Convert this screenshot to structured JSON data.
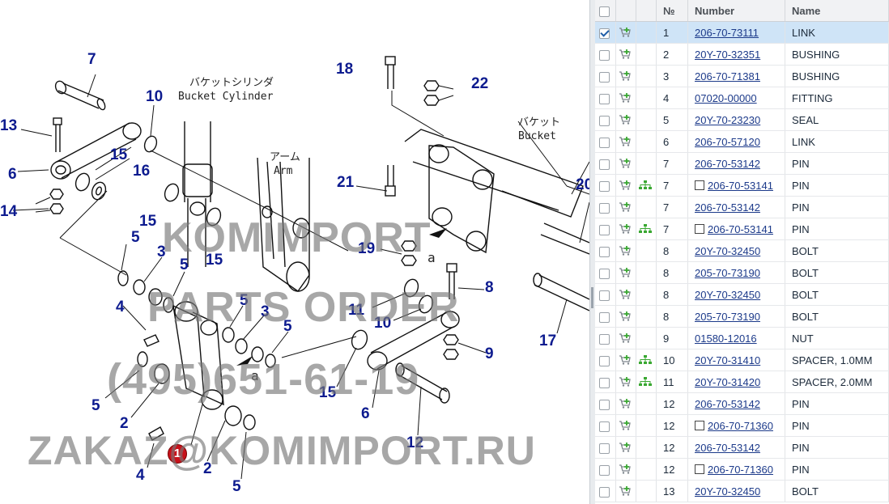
{
  "diagram": {
    "callouts": [
      "7",
      "10",
      "13",
      "6",
      "15",
      "16",
      "14",
      "5",
      "3",
      "5",
      "15",
      "15",
      "4",
      "5",
      "3",
      "5",
      "5",
      "2",
      "4",
      "2",
      "5",
      "18",
      "22",
      "21",
      "19",
      "8",
      "11",
      "10",
      "9",
      "15",
      "6",
      "12",
      "17",
      "20"
    ],
    "jp_labels": [
      "バケットシリンダ",
      "Bucket Cylinder",
      "アーム",
      "Arm",
      "バケット",
      "Bucket"
    ],
    "letters": [
      "a",
      "a"
    ],
    "watermark": {
      "line1": "KOMIMPORT",
      "line2": "PARTS ORDER",
      "line3": "(495)651-61-19",
      "line4": "ZAKAZ@KOMIMPORT.RU"
    },
    "selected_marker": "1"
  },
  "table": {
    "headers": {
      "number": "Number",
      "no": "№",
      "name": "Name"
    },
    "rows": [
      {
        "no": "1",
        "number": "206-70-73111",
        "name": "LINK",
        "checked": true,
        "tree": false,
        "boxed": false
      },
      {
        "no": "2",
        "number": "20Y-70-32351",
        "name": "BUSHING",
        "checked": false,
        "tree": false,
        "boxed": false
      },
      {
        "no": "3",
        "number": "206-70-71381",
        "name": "BUSHING",
        "checked": false,
        "tree": false,
        "boxed": false
      },
      {
        "no": "4",
        "number": "07020-00000",
        "name": "FITTING",
        "checked": false,
        "tree": false,
        "boxed": false
      },
      {
        "no": "5",
        "number": "20Y-70-23230",
        "name": "SEAL",
        "checked": false,
        "tree": false,
        "boxed": false
      },
      {
        "no": "6",
        "number": "206-70-57120",
        "name": "LINK",
        "checked": false,
        "tree": false,
        "boxed": false
      },
      {
        "no": "7",
        "number": "206-70-53142",
        "name": "PIN",
        "checked": false,
        "tree": false,
        "boxed": false
      },
      {
        "no": "7",
        "number": "206-70-53141",
        "name": "PIN",
        "checked": false,
        "tree": true,
        "boxed": true
      },
      {
        "no": "7",
        "number": "206-70-53142",
        "name": "PIN",
        "checked": false,
        "tree": false,
        "boxed": false
      },
      {
        "no": "7",
        "number": "206-70-53141",
        "name": "PIN",
        "checked": false,
        "tree": true,
        "boxed": true
      },
      {
        "no": "8",
        "number": "20Y-70-32450",
        "name": "BOLT",
        "checked": false,
        "tree": false,
        "boxed": false
      },
      {
        "no": "8",
        "number": "205-70-73190",
        "name": "BOLT",
        "checked": false,
        "tree": false,
        "boxed": false
      },
      {
        "no": "8",
        "number": "20Y-70-32450",
        "name": "BOLT",
        "checked": false,
        "tree": false,
        "boxed": false
      },
      {
        "no": "8",
        "number": "205-70-73190",
        "name": "BOLT",
        "checked": false,
        "tree": false,
        "boxed": false
      },
      {
        "no": "9",
        "number": "01580-12016",
        "name": "NUT",
        "checked": false,
        "tree": false,
        "boxed": false
      },
      {
        "no": "10",
        "number": "20Y-70-31410",
        "name": "SPACER, 1.0MM",
        "checked": false,
        "tree": true,
        "boxed": false
      },
      {
        "no": "11",
        "number": "20Y-70-31420",
        "name": "SPACER, 2.0MM",
        "checked": false,
        "tree": true,
        "boxed": false
      },
      {
        "no": "12",
        "number": "206-70-53142",
        "name": "PIN",
        "checked": false,
        "tree": false,
        "boxed": false
      },
      {
        "no": "12",
        "number": "206-70-71360",
        "name": "PIN",
        "checked": false,
        "tree": false,
        "boxed": true
      },
      {
        "no": "12",
        "number": "206-70-53142",
        "name": "PIN",
        "checked": false,
        "tree": false,
        "boxed": false
      },
      {
        "no": "12",
        "number": "206-70-71360",
        "name": "PIN",
        "checked": false,
        "tree": false,
        "boxed": true
      },
      {
        "no": "13",
        "number": "20Y-70-32450",
        "name": "BOLT",
        "checked": false,
        "tree": false,
        "boxed": false
      }
    ]
  },
  "colors": {
    "callout": "#0d1b8f",
    "selected_row": "#cfe4f7",
    "marker": "#c8121b",
    "cart_green": "#3aa832"
  },
  "icons": {
    "cart": "cart-add-icon",
    "tree": "tree-structure-icon",
    "checkbox": "checkbox-icon"
  }
}
